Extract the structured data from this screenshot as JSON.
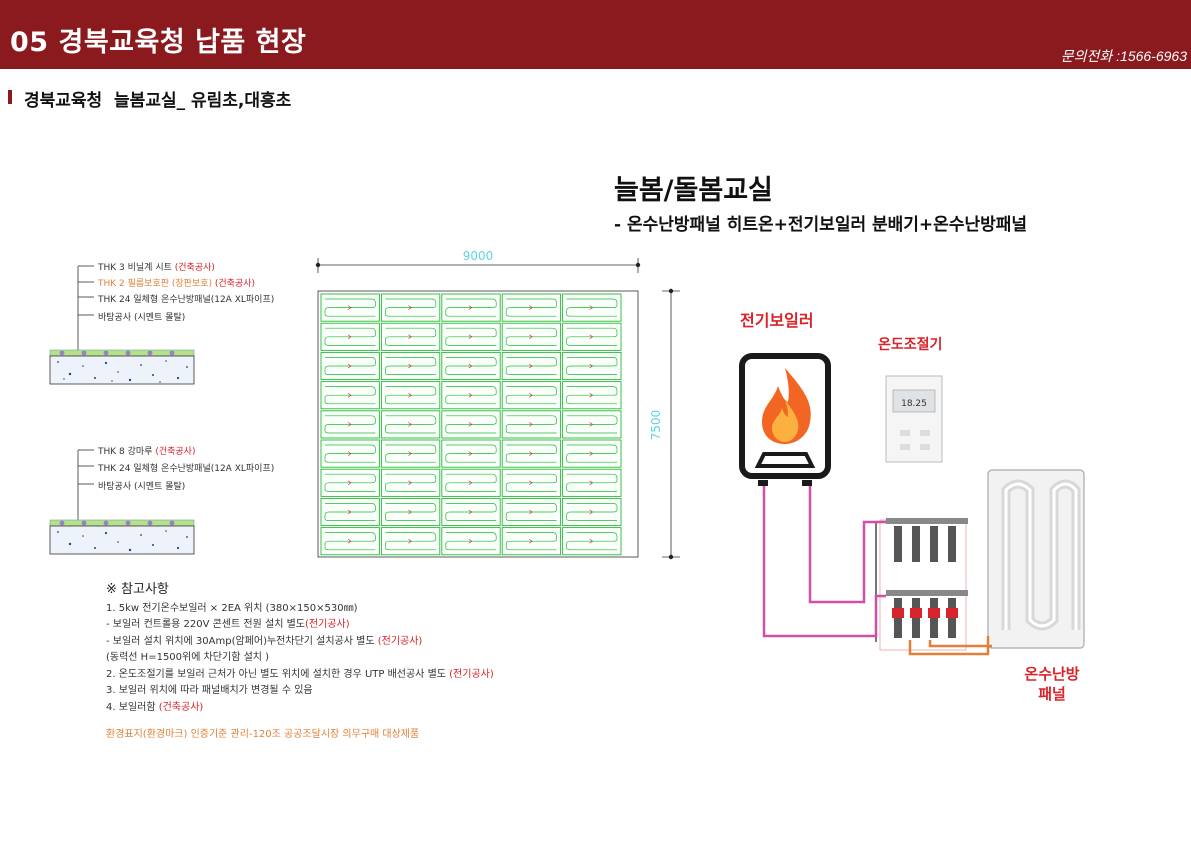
{
  "header": {
    "title": "05 경북교육청 납품 현장",
    "phone": "문의전화 :1566-6963"
  },
  "subtitle": "경북교육청  늘봄교실_ 유림초,대흥초",
  "main_title": "늘봄/돌봄교실",
  "main_subtitle": "- 온수난방패널 히트온+전기보일러 분배기+온수난방패널",
  "section1": {
    "layers": [
      {
        "text": "THK 3 비닐계 시트 ",
        "note": "(건축공사)"
      },
      {
        "text": "THK 2 필름보호판 (장판보호) ",
        "note": "(건축공사)"
      },
      {
        "text": "THK 24 일체형 온수난방패널(12A XL파이프)",
        "note": ""
      },
      {
        "text": "바탕공사 (시멘트 몰탈)",
        "note": ""
      }
    ]
  },
  "section2": {
    "layers": [
      {
        "text": "THK 8   강마루 ",
        "note": "(건축공사)"
      },
      {
        "text": "THK 24 일체형 온수난방패널(12A XL파이프)",
        "note": ""
      },
      {
        "text": "바탕공사 (시멘트 몰탈)",
        "note": ""
      }
    ]
  },
  "plan": {
    "width_label": "9000",
    "height_label": "7500",
    "columns": 5,
    "rows": 9
  },
  "labels": {
    "boiler": "전기보일러",
    "thermostat": "온도조절기",
    "panel_line1": "온수난방",
    "panel_line2": "패널",
    "thermostat_display": "18.25"
  },
  "notes": {
    "heading": "※ 참고사항",
    "lines": [
      {
        "text": "1. 5kw 전기온수보일러 × 2EA 위치 (380×150×530㎜)",
        "note": ""
      },
      {
        "text": "- 보일러 컨트롤용 220V 콘센트 전원 설치 별도",
        "note": "(전기공사)"
      },
      {
        "text": "- 보일러 설치 위치에 30Amp(암페어)누전차단기 설치공사 별도 ",
        "note": "(전기공사)"
      },
      {
        "text": " (동력선 H=1500위에 차단기함 설치 )",
        "note": ""
      },
      {
        "text": "2. 온도조절기를 보일러 근처가 아닌 별도 위치에 설치한 경우  UTP 배선공사 별도 ",
        "note": "(전기공사)"
      },
      {
        "text": "3. 보일러 위치에 따라 패널배치가 변경될 수 있음",
        "note": ""
      },
      {
        "text": "4. 보일러함  ",
        "note": "(건축공사)"
      }
    ],
    "eco": "환경표지(환경마크) 인증기준 관리-120조 공공조달시장 의무구매 대상제품"
  },
  "colors": {
    "header_bg": "#8b1a1f",
    "accent_red": "#d9232a",
    "orange": "#e0803a",
    "panel_green": "#22bb33",
    "pipe_pink": "#d04fa8",
    "dim_cyan": "#5dd5e0"
  }
}
